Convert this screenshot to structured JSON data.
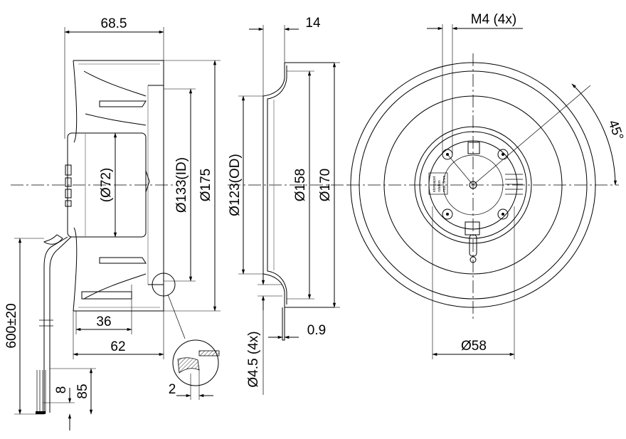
{
  "side_view": {
    "dim_width": "68.5",
    "dim_hub": "(Ø72)",
    "dim_inlet": "Ø133(ID)",
    "dim_outer": "Ø175",
    "dim_36": "36",
    "dim_62": "62",
    "dim_cable": "600±20",
    "dim_8": "8",
    "dim_85": "85",
    "dim_2": "2"
  },
  "section_view": {
    "dim_14": "14",
    "dim_od": "Ø123(OD)",
    "dim_158": "Ø158",
    "dim_170": "Ø170",
    "dim_hole": "Ø4.5 (4x)",
    "dim_09": "0.9"
  },
  "front_view": {
    "dim_m4": "M4 (4x)",
    "dim_angle": "45°",
    "dim_58": "Ø58",
    "label_lines": [
      "ebmpapst",
      "rotation",
      "max. 3mm"
    ]
  }
}
